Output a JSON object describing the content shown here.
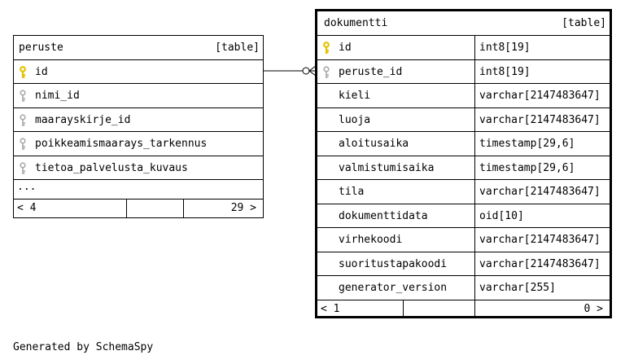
{
  "tables": {
    "peruste": {
      "name": "peruste",
      "kind": "[table]",
      "columns": [
        {
          "name": "id",
          "key": "primary"
        },
        {
          "name": "nimi_id",
          "key": "foreign"
        },
        {
          "name": "maarayskirje_id",
          "key": "foreign"
        },
        {
          "name": "poikkeamismaarays_tarkennus",
          "key": "foreign"
        },
        {
          "name": "tietoa_palvelusta_kuvaus",
          "key": "foreign"
        }
      ],
      "more": "...",
      "parents": "< 4",
      "children": "29 >"
    },
    "dokumentti": {
      "name": "dokumentti",
      "kind": "[table]",
      "columns": [
        {
          "name": "id",
          "type": "int8[19]",
          "key": "primary"
        },
        {
          "name": "peruste_id",
          "type": "int8[19]",
          "key": "foreign"
        },
        {
          "name": "kieli",
          "type": "varchar[2147483647]",
          "key": "none"
        },
        {
          "name": "luoja",
          "type": "varchar[2147483647]",
          "key": "none"
        },
        {
          "name": "aloitusaika",
          "type": "timestamp[29,6]",
          "key": "none"
        },
        {
          "name": "valmistumisaika",
          "type": "timestamp[29,6]",
          "key": "none"
        },
        {
          "name": "tila",
          "type": "varchar[2147483647]",
          "key": "none"
        },
        {
          "name": "dokumenttidata",
          "type": "oid[10]",
          "key": "none"
        },
        {
          "name": "virhekoodi",
          "type": "varchar[2147483647]",
          "key": "none"
        },
        {
          "name": "suoritustapakoodi",
          "type": "varchar[2147483647]",
          "key": "none"
        },
        {
          "name": "generator_version",
          "type": "varchar[255]",
          "key": "none"
        }
      ],
      "parents": "< 1",
      "children": "0 >"
    }
  },
  "relationship": {
    "from": "peruste.id",
    "to": "dokumentti.peruste_id"
  },
  "colors": {
    "primary_key": "#e6c200",
    "foreign_key": "#a8a8a8",
    "border": "#000000"
  },
  "caption": "Generated by SchemaSpy"
}
